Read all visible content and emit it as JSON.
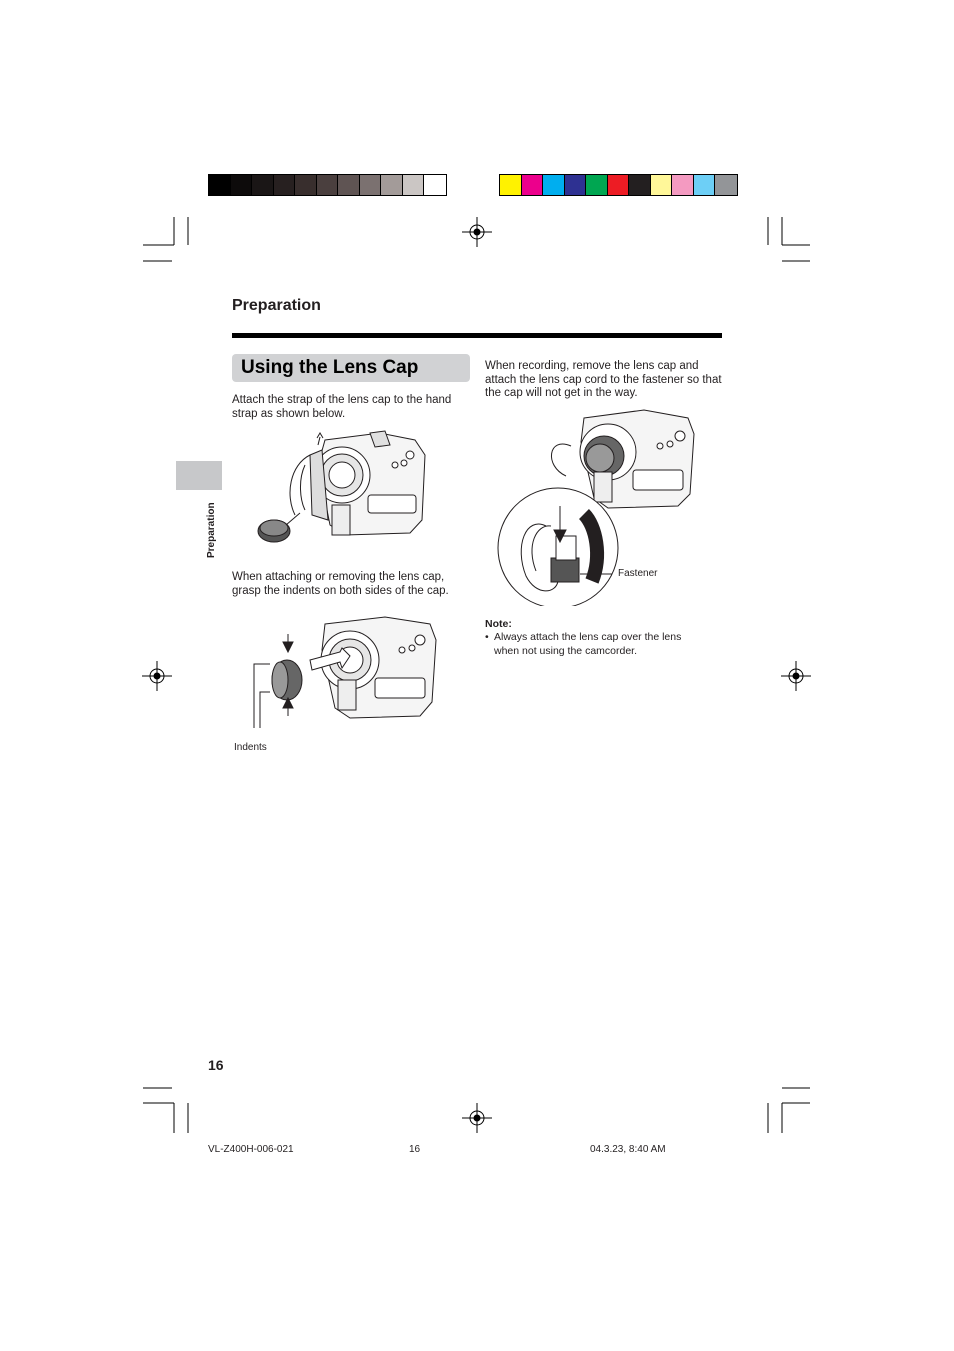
{
  "colors": {
    "grayscale_bar": [
      "#000000",
      "#0d0b0b",
      "#1a1616",
      "#272020",
      "#382e2d",
      "#4a3f3e",
      "#5f5453",
      "#7b7170",
      "#a39b99",
      "#cbc6c4",
      "#ffffff"
    ],
    "color_bar": [
      "#fff200",
      "#ec008c",
      "#00aeef",
      "#2e3192",
      "#00a651",
      "#ed1c24",
      "#231f20",
      "#fff799",
      "#f49ac1",
      "#6dcff6",
      "#939598"
    ],
    "heading_bg": "#d1d2d4",
    "side_tab": "#c7c8ca"
  },
  "header": {
    "section": "Preparation"
  },
  "side_tab": {
    "label": "Preparation"
  },
  "main": {
    "heading": "Using the Lens Cap",
    "para1": "Attach the strap of the lens cap to the hand strap as shown below.",
    "para2": "When attaching or removing the lens cap, grasp the indents on both sides of the cap.",
    "label_indents": "Indents",
    "para3": "When recording, remove the lens cap and attach the lens cap cord to the fastener so that the cap will not get in the way.",
    "label_fastener": "Fastener",
    "note_title": "Note:",
    "note_item": "Always attach the lens cap over the lens when not using the camcorder."
  },
  "footer": {
    "page_number": "16",
    "doc_id": "VL-Z400H-006-021",
    "print_page": "16",
    "print_date": "04.3.23, 8:40 AM"
  }
}
